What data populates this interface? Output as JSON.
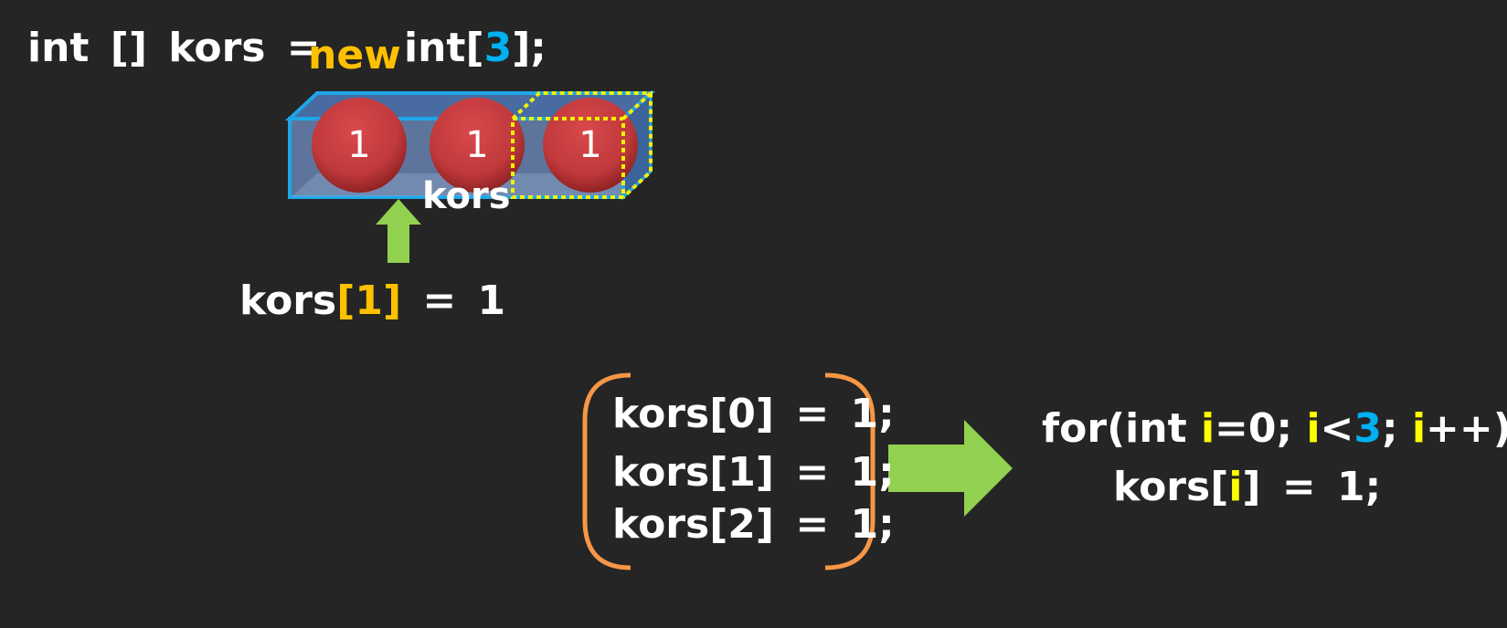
{
  "declaration": {
    "type_text": "int [] kors =",
    "new_kw": "new",
    "int_open": "int[",
    "size": "3",
    "close": "];"
  },
  "array_box": {
    "values": [
      "1",
      "1",
      "1"
    ],
    "label": "kors"
  },
  "access": {
    "name": "kors",
    "bracket_open": "[",
    "index": "1",
    "bracket_close": "]",
    "rest": " = 1"
  },
  "assignments": [
    "kors[0] = 1;",
    "kors[1] = 1;",
    "kors[2] = 1;"
  ],
  "loop": {
    "p1": "for(int ",
    "v1": "i",
    "p2": "=0; ",
    "v2": "i",
    "p3": "<",
    "limit": "3",
    "p4": "; ",
    "v3": "i",
    "p5": "++)",
    "body_pre": "kors[",
    "body_var": "i",
    "body_post": "] = 1;"
  },
  "colors": {
    "background": "#252525",
    "text": "#ffffff",
    "keyword": "#ffc000",
    "number": "#00b0f0",
    "loop_var": "#ffff00",
    "ball": "#c0393b",
    "box_edge": "#1ea7e8",
    "box_fill": "#6f8fc0",
    "highlight_dash": "#f2f200",
    "arrow": "#92d050",
    "bracket": "#f79646"
  }
}
